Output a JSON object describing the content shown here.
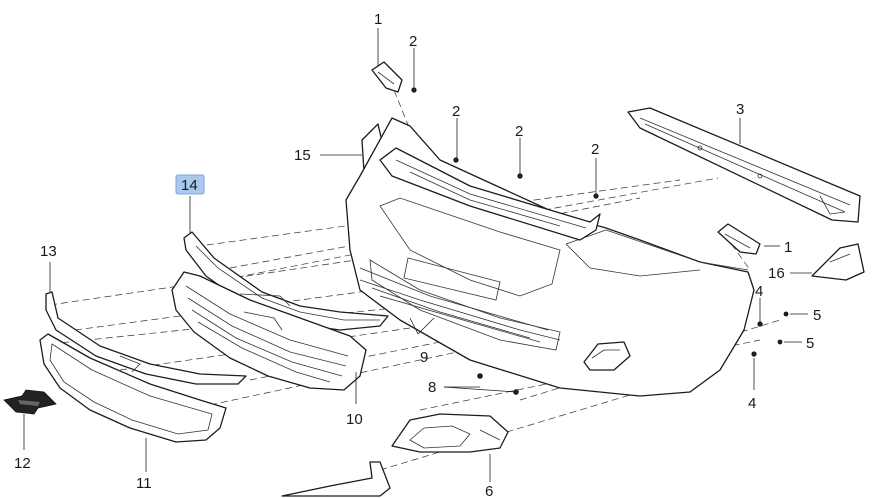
{
  "callouts": [
    {
      "id": "c1a",
      "label": "1"
    },
    {
      "id": "c1b",
      "label": "1"
    },
    {
      "id": "c2a",
      "label": "2"
    },
    {
      "id": "c2b",
      "label": "2"
    },
    {
      "id": "c2c",
      "label": "2"
    },
    {
      "id": "c2d",
      "label": "2"
    },
    {
      "id": "c3",
      "label": "3"
    },
    {
      "id": "c4a",
      "label": "4"
    },
    {
      "id": "c4b",
      "label": "4"
    },
    {
      "id": "c5a",
      "label": "5"
    },
    {
      "id": "c5b",
      "label": "5"
    },
    {
      "id": "c6",
      "label": "6"
    },
    {
      "id": "c8",
      "label": "8"
    },
    {
      "id": "c9",
      "label": "9"
    },
    {
      "id": "c10",
      "label": "10"
    },
    {
      "id": "c11",
      "label": "11"
    },
    {
      "id": "c12",
      "label": "12"
    },
    {
      "id": "c13",
      "label": "13"
    },
    {
      "id": "c14",
      "label": "14",
      "highlighted": true
    },
    {
      "id": "c15",
      "label": "15"
    },
    {
      "id": "c16",
      "label": "16"
    }
  ],
  "colors": {
    "highlight": "#a8c8ee",
    "line": "#1c1c1c"
  }
}
